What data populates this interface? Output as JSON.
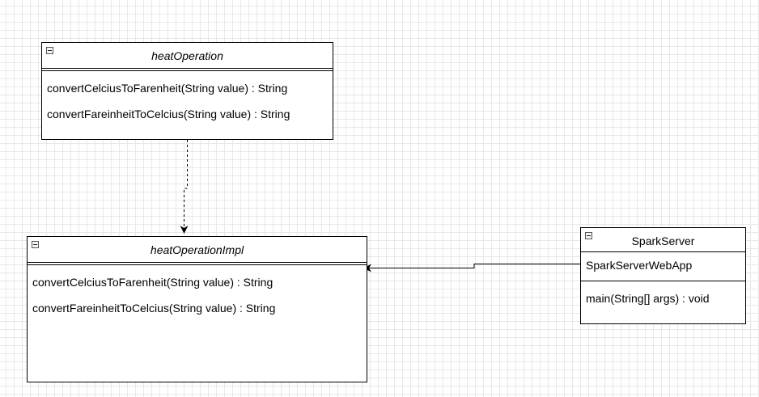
{
  "diagram": {
    "classes": {
      "heat_operation": {
        "name": "heatOperation",
        "methods": [
          "convertCelciusToFarenheit(String value) : String",
          "convertFareinheitToCelcius(String value) : String"
        ]
      },
      "heat_operation_impl": {
        "name": "heatOperationImpl",
        "methods": [
          "convertCelciusToFarenheit(String value) : String",
          "convertFareinheitToCelcius(String value) : String"
        ]
      },
      "spark_server": {
        "name": "SparkServer",
        "attributes": [
          "SparkServerWebApp"
        ],
        "methods": [
          "main(String[] args) : void"
        ]
      }
    },
    "relations": [
      {
        "from": "heat_operation",
        "to": "heat_operation_impl",
        "style": "dashed"
      },
      {
        "from": "spark_server",
        "to": "heat_operation_impl",
        "style": "solid"
      }
    ]
  }
}
